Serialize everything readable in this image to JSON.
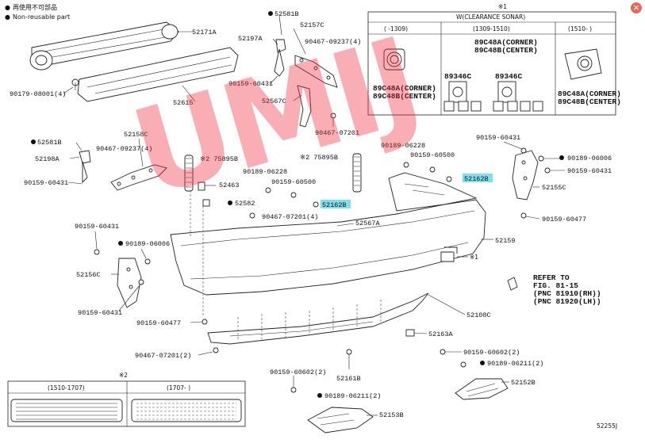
{
  "legend": {
    "non_reusable_jp": "再使用不可部品",
    "non_reusable_en": "Non-reusable part"
  },
  "close_label": "×",
  "watermark_text": "UMIJ",
  "figure_id": "52255J",
  "sonar_table": {
    "mark": "※1",
    "title": "W(CLEARANCE SONAR)",
    "col1": "(      -1309)",
    "col2": "(1309-1510)",
    "col3": "(1510-      )",
    "c1_l1": "89C48A(CORNER)",
    "c1_l2": "89C48B(CENTER)",
    "c2_t1": "89C48A(CORNER)",
    "c2_t2": "89C48B(CENTER)",
    "c2_s1": "89346C",
    "c2_s2": "89346C",
    "c3_l1": "89C48A(CORNER)",
    "c3_l2": "89C48B(CENTER)"
  },
  "grille_table": {
    "mark": "※2",
    "col1": "(1510-1707)",
    "col2": "(1707-      )"
  },
  "refer": {
    "l1": "REFER TO",
    "l2": "FIG. 81-15",
    "l3": "(PNC 81910(RH))",
    "l4": "(PNC 81920(LH))"
  },
  "labels": {
    "p52171A": "52171A",
    "p90179": "90179-08001(4)",
    "p52615": "52615",
    "p52581B_top": "52581B",
    "p52157C": "52157C",
    "p52197A": "52197A",
    "p90467_09237_top": "90467-09237(4)",
    "p90159_60431_top": "90159-60431",
    "p52567C": "52567C",
    "p90467_07201_top": "90467-07201",
    "p52581B_left": "52581B",
    "p52158C": "52158C",
    "p90467_09237_left": "90467-09237(4)",
    "p52198A": "52198A",
    "p90159_60431_left": "90159-60431",
    "p75895B_left": "※2 75895B",
    "p52463": "52463",
    "p90189_06228_mid": "90189-06228",
    "p90159_60500_mid": "90159-60500",
    "p52582": "52582",
    "p52162B_mid": "52162B",
    "p90467_07201_mid": "90467-07201(4)",
    "p75895B_right": "※2 75895B",
    "p90189_06228_right": "90189-06228",
    "p90159_60500_right": "90159-60500",
    "p52162B_right": "52162B",
    "p90159_60431_r1": "90159-60431",
    "p90189_06006_r": "90189-06006",
    "p90159_60431_r2": "90159-60431",
    "p52155C": "52155C",
    "p90159_60477_r": "90159-60477",
    "p52567A": "52567A",
    "p52159": "52159",
    "p90159_60431_l2": "90159-60431",
    "p90189_06006_l": "90189-06006",
    "p52156C": "52156C",
    "p90159_60431_l3": "90159-60431",
    "p90159_60477_l": "90159-60477",
    "p52108C": "52108C",
    "p90467_07201_bot": "90467-07201(2)",
    "p52163A": "52163A",
    "p90159_60602_r": "90159-60602(2)",
    "p90189_06211_r": "90189-06211(2)",
    "p52152B": "52152B",
    "p90159_60602_l": "90159-60602(2)",
    "p52161B": "52161B",
    "p90189_06211_l": "90189-06211(2)",
    "p52153B": "52153B",
    "p_x1": "※1"
  }
}
